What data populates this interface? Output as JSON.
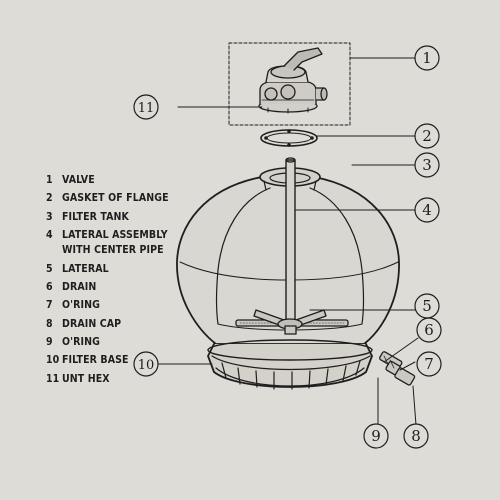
{
  "callouts": [
    {
      "num": "1"
    },
    {
      "num": "2"
    },
    {
      "num": "3"
    },
    {
      "num": "4"
    },
    {
      "num": "5"
    },
    {
      "num": "6"
    },
    {
      "num": "7"
    },
    {
      "num": "8"
    },
    {
      "num": "9"
    },
    {
      "num": "10"
    },
    {
      "num": "11"
    }
  ],
  "legend": [
    {
      "num": "1",
      "lines": [
        "VALVE"
      ]
    },
    {
      "num": "2",
      "lines": [
        "GASKET OF FLANGE"
      ]
    },
    {
      "num": "3",
      "lines": [
        "FILTER TANK"
      ]
    },
    {
      "num": "4",
      "lines": [
        "LATERAL ASSEMBLY",
        "WITH CENTER PIPE"
      ]
    },
    {
      "num": "5",
      "lines": [
        "LATERAL"
      ]
    },
    {
      "num": "6",
      "lines": [
        "DRAIN"
      ]
    },
    {
      "num": "7",
      "lines": [
        "O'RING"
      ]
    },
    {
      "num": "8",
      "lines": [
        "DRAIN CAP"
      ]
    },
    {
      "num": "9",
      "lines": [
        "O'RING"
      ]
    },
    {
      "num": "10",
      "lines": [
        "FILTER BASE"
      ]
    },
    {
      "num": "11",
      "lines": [
        "UNT HEX"
      ]
    }
  ],
  "colors": {
    "background": "#dedcd7",
    "ink": "#1e1e1e"
  }
}
